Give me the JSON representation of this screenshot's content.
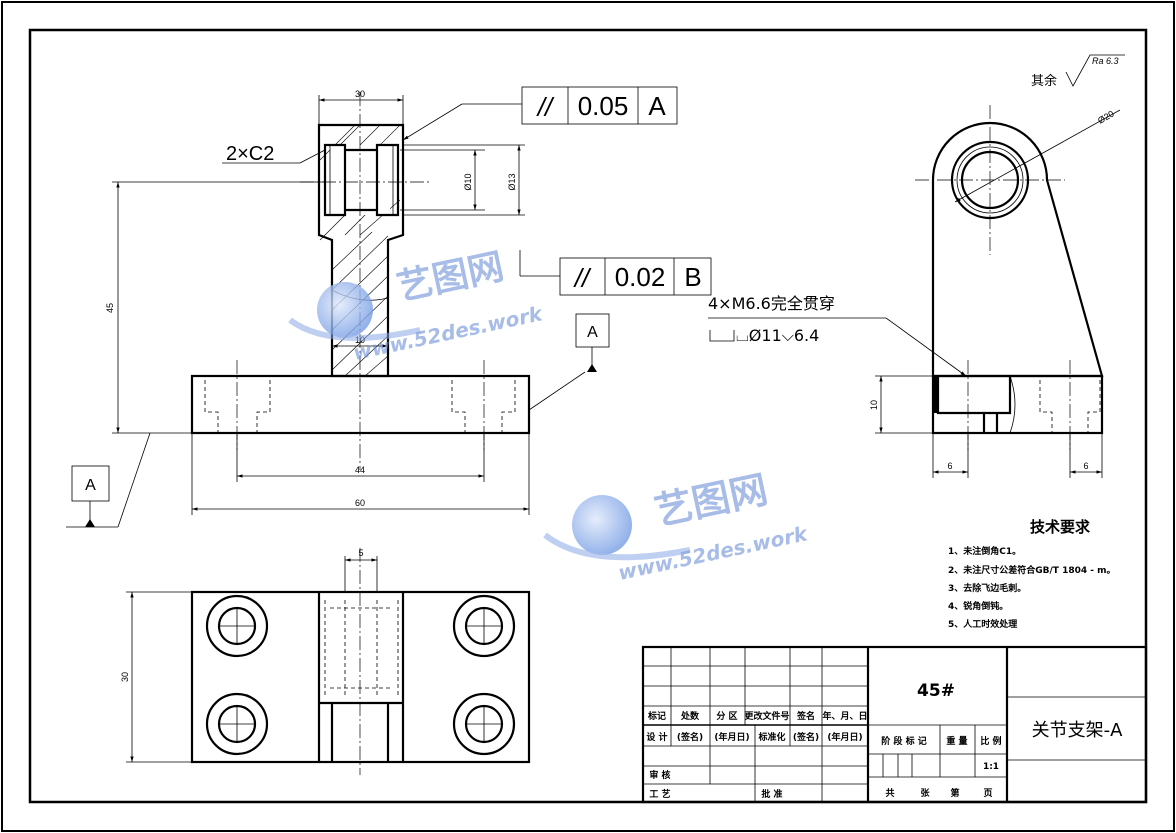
{
  "drawing": {
    "surface_finish": {
      "label": "其余",
      "symbol_text": "Ra 6.3"
    },
    "front_view": {
      "dim_top_width": "30",
      "chamfer": "2×C2",
      "dim_bore_small": "Ø10",
      "dim_bore_large": "Ø13",
      "dim_height": "45",
      "dim_neck": "10",
      "dim_hole_spacing": "44",
      "dim_base_width": "60",
      "datum_a_label": "A",
      "datum_a_base_label": "A"
    },
    "fcf_parallel_1": {
      "symbol": "//",
      "tolerance": "0.05",
      "datum": "A"
    },
    "fcf_parallel_2": {
      "symbol": "//",
      "tolerance": "0.02",
      "datum": "B"
    },
    "hole_callout": {
      "line1": "4×M6.6完全贯穿",
      "line2": "⌴Ø11⌵6.4"
    },
    "side_view": {
      "dim_radius": "Ø20",
      "dim_height": "10",
      "dim_left": "6",
      "dim_right": "6"
    },
    "top_view": {
      "dim_slot": "5",
      "dim_depth": "30"
    },
    "tech_requirements": {
      "title": "技术要求",
      "items": [
        "1、未注倒角C1。",
        "2、未注尺寸公差符合GB/T 1804 - m。",
        "3、去除飞边毛刺。",
        "4、锐角倒钝。",
        "5、人工时效处理"
      ]
    },
    "title_block": {
      "material": "45#",
      "part_name": "关节支架-A",
      "headers": [
        "标记",
        "处数",
        "分 区",
        "更改文件号",
        "签名",
        "年、月、日"
      ],
      "design_row": [
        "设 计",
        "(签名)",
        "(年月日)",
        "标准化",
        "(签名)",
        "(年月日)"
      ],
      "stage_headers": [
        "阶 段 标 记",
        "重 量",
        "比 例"
      ],
      "scale": "1:1",
      "review": "审 核",
      "process": "工 艺",
      "approve": "批 准",
      "sheets": [
        "共",
        "张",
        "第",
        "页"
      ]
    },
    "watermark": {
      "brand": "艺图网",
      "url": "www.52des.work"
    }
  }
}
